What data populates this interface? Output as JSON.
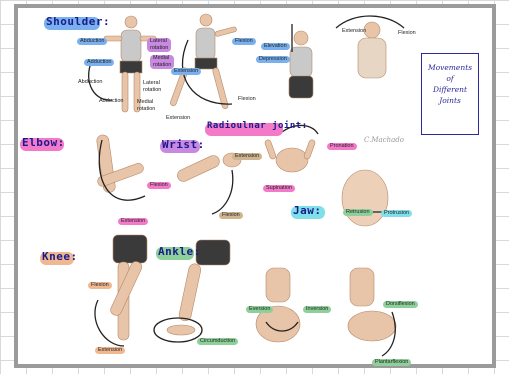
{
  "section_titles": {
    "shoulder": "Shoulder:",
    "elbow": "Elbow:",
    "wrist": "Wrist:",
    "radioulnar": "Radioulnar joint:",
    "jaw": "Jaw:",
    "knee": "Knee:",
    "ankle": "Ankle:"
  },
  "box_note": [
    "Movements",
    "of",
    "Different",
    "Joints"
  ],
  "signature": "C.Machado",
  "labels": {
    "abduction_top": "Abduction",
    "adduction_top": "Adduction",
    "lateral_rotation_top": "Lateral rotation",
    "medial_rotation_top": "Medial rotation",
    "abduction_bottom": "Abduction",
    "adduction_bottom": "Adduction",
    "lateral_rotation_bottom": "Lateral rotation",
    "medial_rotation_bottom": "Medial rotation",
    "shoulder_flexion": "Flexion",
    "shoulder_extension_a": "Extension",
    "shoulder_flexion_b": "Flexion",
    "shoulder_extension_b": "Extension",
    "elevation": "Elevation",
    "depression": "Depression",
    "neck_extension": "Extension",
    "neck_flexion": "Flexion",
    "elbow_flexion": "Flexion",
    "elbow_extension": "Extension",
    "wrist_extension": "Extension",
    "wrist_flexion": "Flexion",
    "pronation": "Pronation",
    "supination": "Supination",
    "retrusion": "Retrusion",
    "protrusion": "Protrusion",
    "knee_flexion": "Flexion",
    "knee_extension": "Extension",
    "circumduction": "Circumduction",
    "eversion": "Eversion",
    "inversion": "Inversion",
    "dorsiflexion": "Dorsiflexion",
    "plantarflexion": "Plantarflexion"
  },
  "colors": {
    "shoulder_highlight": "#7ab0ee",
    "elbow_highlight": "#f27ac9",
    "wrist_highlight": "#c889e0",
    "radioulnar_highlight": "#f27ac9",
    "jaw_highlight": "#7fe0ea",
    "knee_highlight": "#f0b890",
    "ankle_highlight": "#8ed09a",
    "title_ink": "#1a1a8c",
    "box_ink": "#2a2a9a"
  }
}
